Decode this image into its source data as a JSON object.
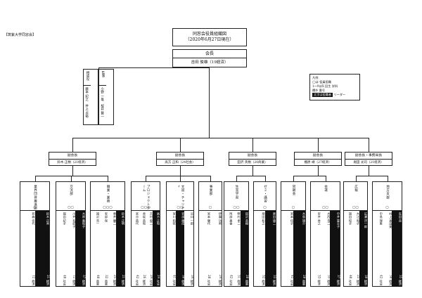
{
  "association_tag": "【筑紫大学同窓会】",
  "chart_title": "同窓会役員組織図",
  "chart_date": "（2020年6月27日現在）",
  "president": {
    "role": "会長",
    "name": "吉田 俊雄（19経済）"
  },
  "advisors": [
    {
      "role": "相談役",
      "members": [
        "藤本 紀之",
        "井上 貞裕"
      ],
      "years": [
        "13 経済",
        "14 経済"
      ]
    },
    {
      "role": "監事",
      "members": [
        "小野 一雄",
        "桜井 賢一"
      ],
      "years": [
        "23 経済",
        "33 経済"
      ]
    }
  ],
  "legend": {
    "lines": [
      "凡例",
      "◯は 役員役職",
      "1〜9はX 回生 学科",
      "欄外 番号"
    ],
    "leader_label": "太字は役職者",
    "leader_text": "リーダー"
  },
  "vice_presidents": [
    {
      "role": "副会長",
      "name": "鈴木 正樹（21経済）"
    },
    {
      "role": "副会長",
      "name": "高方 正和（24社会）"
    },
    {
      "role": "副会長",
      "name": "田沢 英樹（20商業）"
    },
    {
      "role": "副会長",
      "name": "楓原 靖（27経済）"
    },
    {
      "role": "副会長・事務局長",
      "name": "堀田 光司（21経済）"
    }
  ],
  "departments": [
    {
      "name": "業界団体推進部",
      "circles": "◯",
      "cols": [
        {
          "n": "若森 佳代",
          "y": "12 経済",
          "lead": false
        },
        {
          "n": "鈴木 正秀",
          "y": "21 経済",
          "lead": true
        }
      ]
    },
    {
      "name": "交流部",
      "circles": "◯◯",
      "cols": [
        {
          "n": "福田 紀子",
          "y": "40 社会",
          "lead": false
        },
        {
          "n": "川井 有紀子",
          "y": "12 経済",
          "lead": false
        },
        {
          "n": "大原 美和子",
          "y": "37 経済",
          "lead": true
        }
      ]
    },
    {
      "name": "職業・業務",
      "circles": "◯◯◯",
      "cols": [
        {
          "n": "福沢 浩一",
          "y": "40 商業",
          "lead": false
        },
        {
          "n": "安部 保",
          "y": "32 商業",
          "lead": false
        },
        {
          "n": "東井 健二",
          "y": "25 経済",
          "lead": false
        },
        {
          "n": "鈴木 正明",
          "y": "21 経済",
          "lead": true
        }
      ]
    },
    {
      "name": "プロジェクトチーム",
      "circles": "◯◯◯",
      "cols": [
        {
          "n": "宮谷 昌代",
          "y": "42 社会",
          "lead": false
        },
        {
          "n": "赤坂 英和",
          "y": "26 経済",
          "lead": false
        },
        {
          "n": "吉村 俊二",
          "y": "24 社会",
          "lead": false
        },
        {
          "n": "高方 正和",
          "y": "24 社会",
          "lead": true
        }
      ]
    },
    {
      "name": "文道・チャリティ",
      "circles": "◯◯",
      "cols": [
        {
          "n": "宮川 和枝",
          "y": "41 社会",
          "lead": false
        },
        {
          "n": "安部 康成",
          "y": "30 経済",
          "lead": true
        },
        {
          "n": "谷口 一郎",
          "y": "34 経済",
          "lead": false
        }
      ]
    },
    {
      "name": "事業部",
      "circles": "◯",
      "cols": [
        {
          "n": "宮本 健代",
          "y": "20 社会",
          "lead": false
        },
        {
          "n": "伊藤 功男",
          "y": "24 経済",
          "lead": false
        }
      ]
    },
    {
      "name": "生涯学習",
      "circles": "◯◯",
      "cols": [
        {
          "n": "阿部 美香",
          "y": "42 社会",
          "lead": false
        },
        {
          "n": "野村 孝二",
          "y": "31 経済",
          "lead": false
        },
        {
          "n": "田沢 英樹",
          "y": "20 商業",
          "lead": true
        }
      ]
    },
    {
      "name": "ゼミ・講習",
      "circles": "◯",
      "cols": [
        {
          "n": "飛田 和之",
          "y": "32 経済",
          "lead": false
        },
        {
          "n": "原田 雄二",
          "y": "33 経済",
          "lead": true
        }
      ]
    },
    {
      "name": "同期会",
      "circles": "◯",
      "cols": [
        {
          "n": "宮本 佳子",
          "y": "45 社会",
          "lead": false
        },
        {
          "n": "大島 雄介",
          "y": "29 商業",
          "lead": true
        }
      ]
    },
    {
      "name": "会運",
      "circles": "◯◯",
      "cols": [
        {
          "n": "安井 秀之",
          "y": "33 経済",
          "lead": false
        },
        {
          "n": "大西 浩二",
          "y": "35 経済",
          "lead": false
        },
        {
          "n": "中井 富士子",
          "y": "37 経済",
          "lead": true
        }
      ]
    },
    {
      "name": "広報",
      "circles": "◯◯",
      "cols": [
        {
          "n": "福田 悦子",
          "y": "40 社会",
          "lead": false
        },
        {
          "n": "大江 和子",
          "y": "25 経済",
          "lead": false
        },
        {
          "n": "広瀬 洋一郎",
          "y": "39 経済",
          "lead": true
        }
      ]
    },
    {
      "name": "地方支部",
      "circles": "◯",
      "cols": [
        {
          "n": "中島 理恵",
          "y": "42 社会",
          "lead": false
        },
        {
          "n": "村上 真由美",
          "y": "38 経済",
          "lead": false
        },
        {
          "n": "矢田 良",
          "y": "35 経済",
          "lead": true
        }
      ]
    }
  ]
}
